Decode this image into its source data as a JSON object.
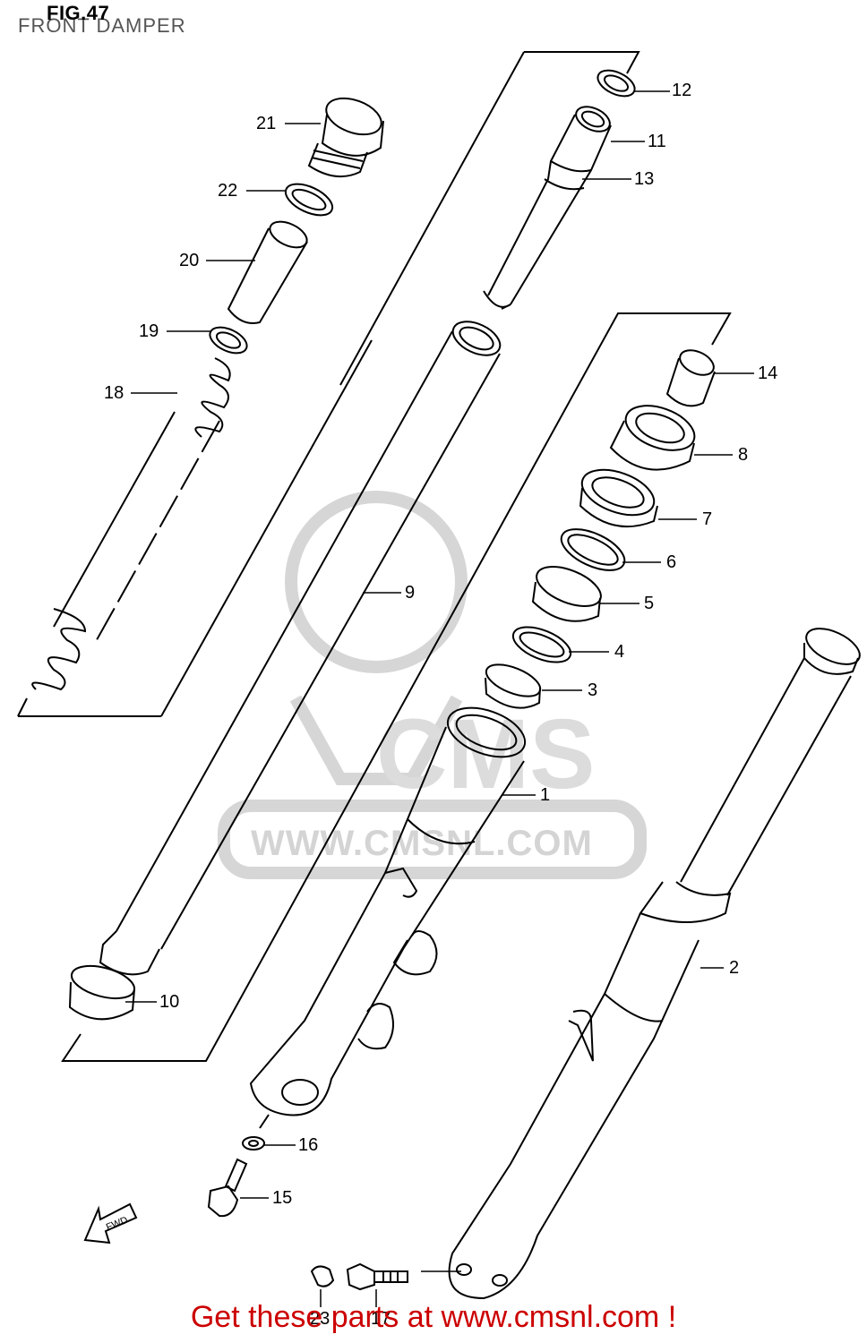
{
  "figure": {
    "title": "FIG.47",
    "subtitle": "FRONT DAMPER"
  },
  "watermark": {
    "logo_text": "CMS",
    "url": "WWW.CMSNL.COM"
  },
  "direction_label": "FWD",
  "callouts": [
    {
      "id": "c12",
      "label": "12"
    },
    {
      "id": "c11",
      "label": "11"
    },
    {
      "id": "c13",
      "label": "13"
    },
    {
      "id": "c21",
      "label": "21"
    },
    {
      "id": "c22",
      "label": "22"
    },
    {
      "id": "c20",
      "label": "20"
    },
    {
      "id": "c19",
      "label": "19"
    },
    {
      "id": "c18",
      "label": "18"
    },
    {
      "id": "c14",
      "label": "14"
    },
    {
      "id": "c8",
      "label": "8"
    },
    {
      "id": "c7",
      "label": "7"
    },
    {
      "id": "c6",
      "label": "6"
    },
    {
      "id": "c5",
      "label": "5"
    },
    {
      "id": "c9",
      "label": "9"
    },
    {
      "id": "c4",
      "label": "4"
    },
    {
      "id": "c3",
      "label": "3"
    },
    {
      "id": "c1",
      "label": "1"
    },
    {
      "id": "c2",
      "label": "2"
    },
    {
      "id": "c10",
      "label": "10"
    },
    {
      "id": "c16",
      "label": "16"
    },
    {
      "id": "c15",
      "label": "15"
    },
    {
      "id": "c23",
      "label": "23"
    },
    {
      "id": "c17",
      "label": "17"
    }
  ],
  "footer": {
    "text": "Get these parts at www.cmsnl.com !"
  }
}
